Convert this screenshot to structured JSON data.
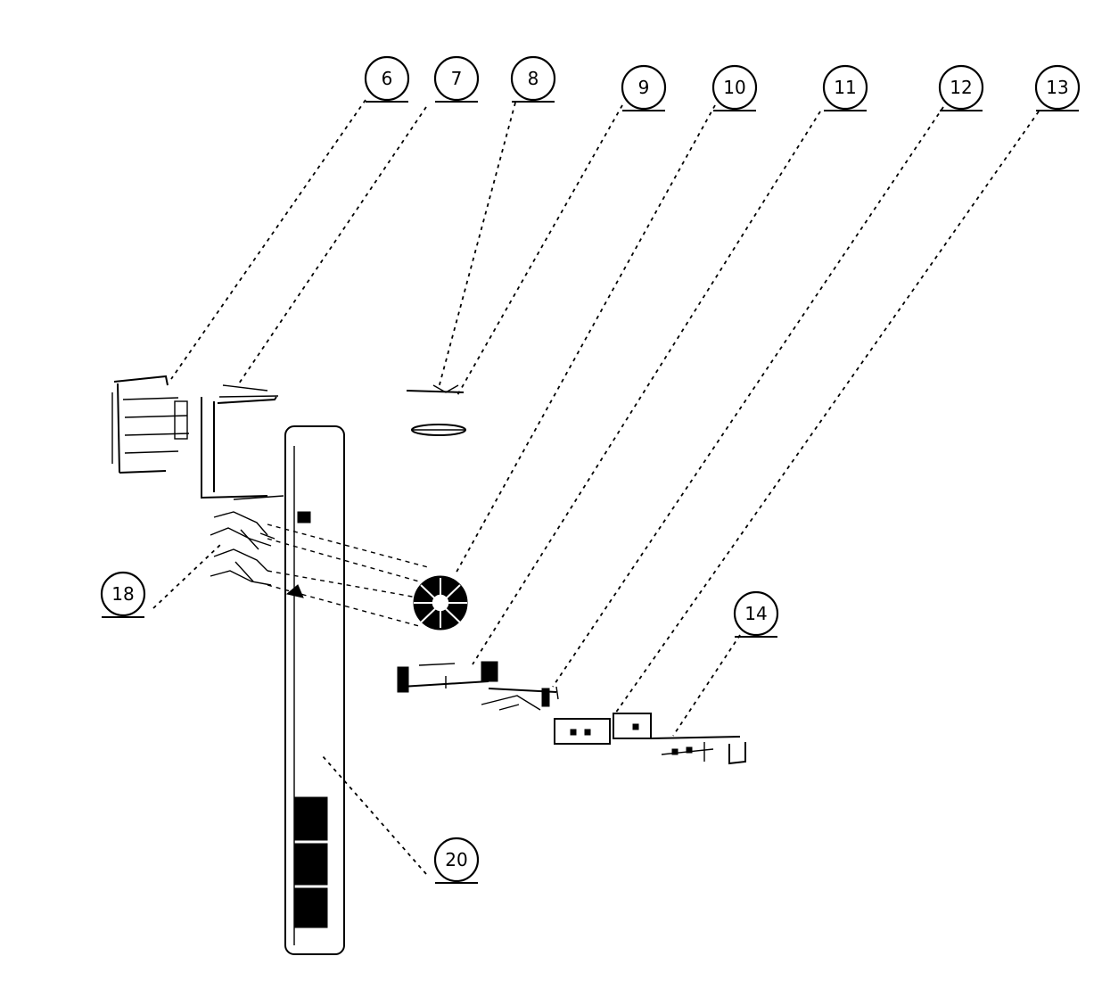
{
  "callouts": [
    {
      "id": "c6",
      "label": "6"
    },
    {
      "id": "c7",
      "label": "7"
    },
    {
      "id": "c8",
      "label": "8"
    },
    {
      "id": "c9",
      "label": "9"
    },
    {
      "id": "c10",
      "label": "10"
    },
    {
      "id": "c11",
      "label": "11"
    },
    {
      "id": "c12",
      "label": "12"
    },
    {
      "id": "c13",
      "label": "13"
    },
    {
      "id": "c14",
      "label": "14"
    },
    {
      "id": "c18",
      "label": "18"
    },
    {
      "id": "c20",
      "label": "20"
    }
  ]
}
